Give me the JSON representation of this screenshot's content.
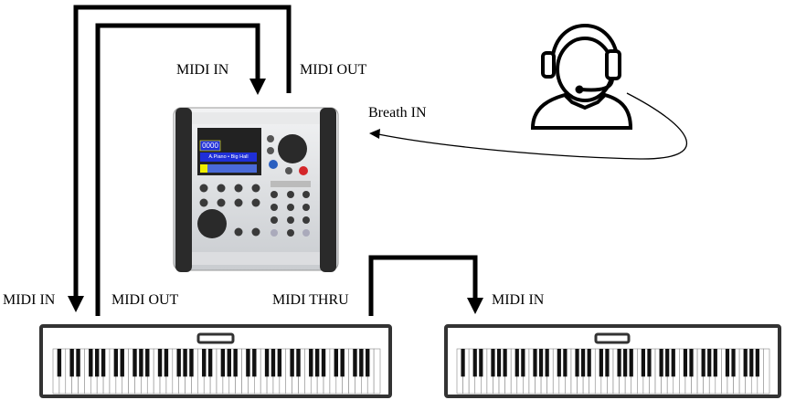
{
  "labels": {
    "device_midi_in": "MIDI IN",
    "device_midi_out": "MIDI OUT",
    "breath_in": "Breath IN",
    "kb1_midi_in": "MIDI IN",
    "kb1_midi_out": "MIDI OUT",
    "kb1_midi_thru": "MIDI THRU",
    "kb2_midi_in": "MIDI IN"
  },
  "device": {
    "screen_counter": "0000",
    "screen_patch": "A.Piano • Big Hall"
  },
  "colors": {
    "line": "#000000",
    "device_screen": "#1f2fd8",
    "device_body": "#d9dcdf",
    "device_red_button": "#d4262a",
    "device_blue_button": "#2a5fc0"
  }
}
